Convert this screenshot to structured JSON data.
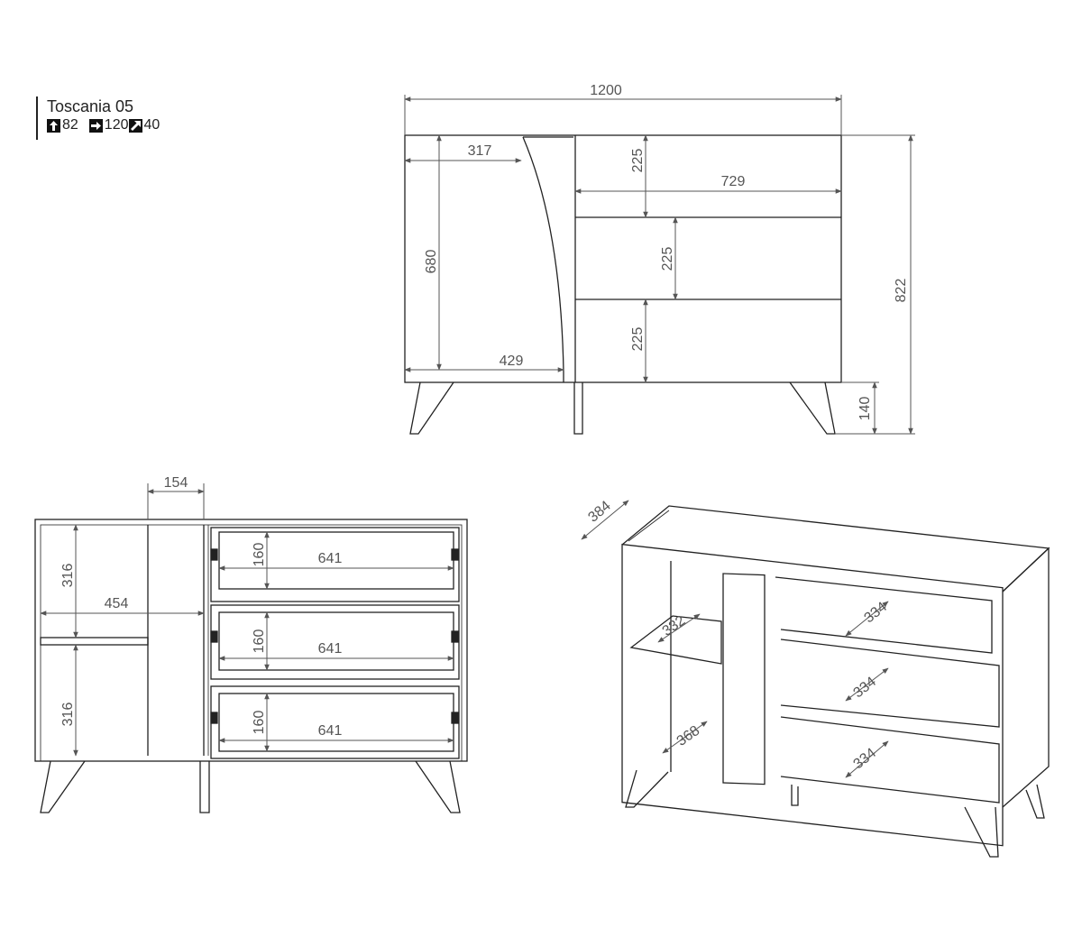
{
  "product": {
    "title": "Toscania 05",
    "specs": {
      "height": "82",
      "width": "120",
      "depth": "40"
    },
    "icons": [
      "arrow-up-icon",
      "arrow-right-icon",
      "arrow-diagonal-icon"
    ]
  },
  "front_view": {
    "width": "1200",
    "left_opening_top": "317",
    "left_door_height": "680",
    "left_opening_bottom": "429",
    "drawer_height_1": "225",
    "drawer_width": "729",
    "drawer_height_2": "225",
    "drawer_height_3": "225",
    "total_height": "822",
    "leg_height": "140"
  },
  "open_view": {
    "divider_width": "154",
    "compartment_height_top": "316",
    "compartment_height_bottom": "316",
    "shelf_width": "454",
    "drawer_inner_height_1": "160",
    "drawer_inner_width_1": "641",
    "drawer_inner_height_2": "160",
    "drawer_inner_width_2": "641",
    "drawer_inner_height_3": "160",
    "drawer_inner_width_3": "641"
  },
  "perspective_view": {
    "depth": "384",
    "shelf_depth": "332",
    "bottom_depth": "368",
    "drawer_depth_1": "334",
    "drawer_depth_2": "334",
    "drawer_depth_3": "334"
  },
  "colors": {
    "line": "#222222",
    "dimension": "#555555"
  }
}
